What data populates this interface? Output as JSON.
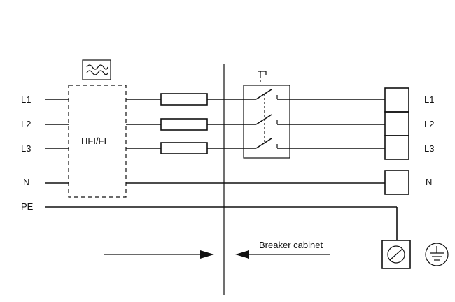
{
  "diagram": {
    "supply_labels": {
      "l1": "L1",
      "l2": "L2",
      "l3": "L3",
      "n": "N",
      "pe": "PE"
    },
    "device_label": "HFI/FI",
    "load_labels": {
      "l1": "L1",
      "l2": "L2",
      "l3": "L3",
      "n": "N"
    },
    "cabinet_label": "Breaker cabinet"
  }
}
